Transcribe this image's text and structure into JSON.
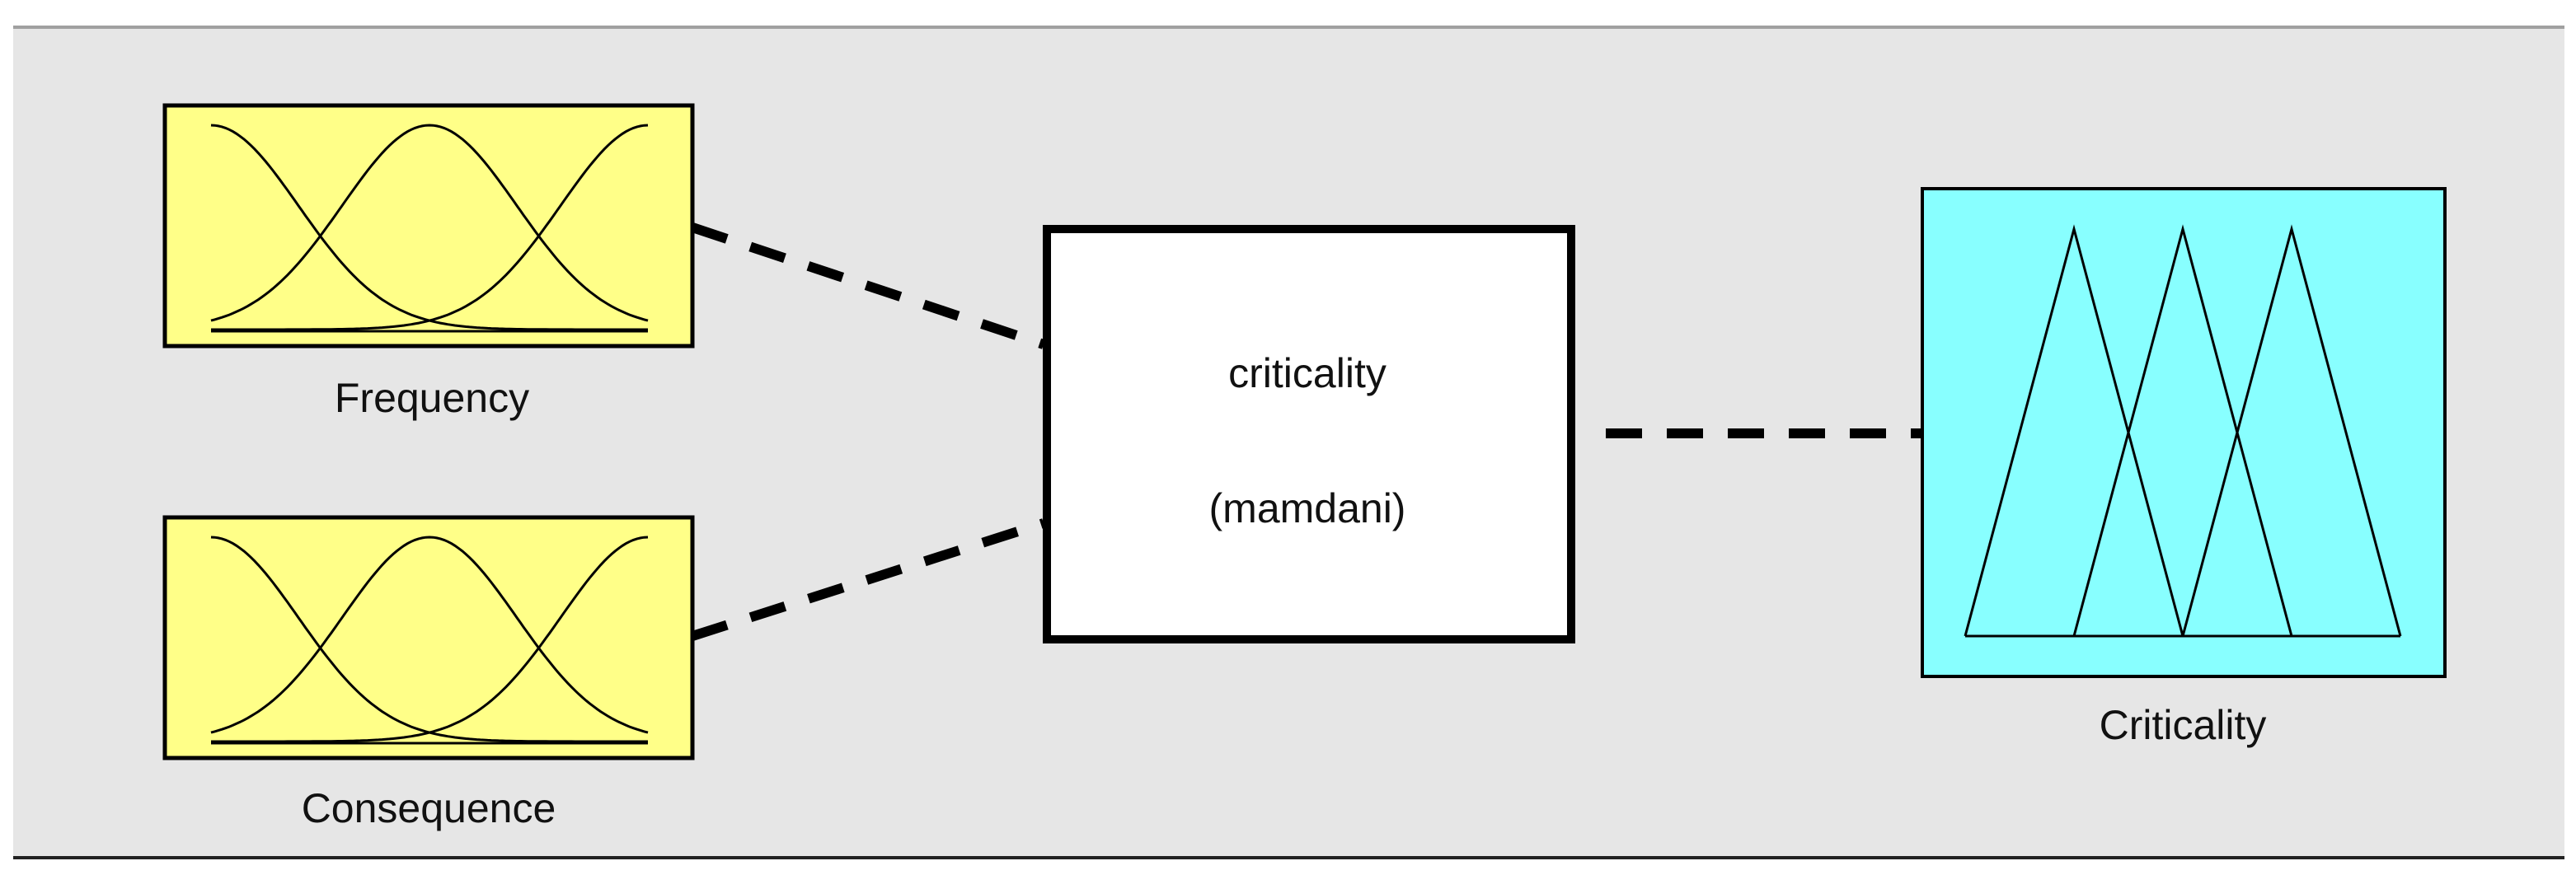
{
  "colors": {
    "panel_background": "#e6e6e6",
    "input_box": "#ffff88",
    "output_box": "#88ffff",
    "system_box": "#ffffff",
    "lines": "#000000"
  },
  "inputs": [
    {
      "label": "Frequency",
      "mf_shape": "gaussian",
      "mf_count": 3
    },
    {
      "label": "Consequence",
      "mf_shape": "gaussian",
      "mf_count": 3
    }
  ],
  "system": {
    "name": "criticality",
    "type": "(mamdani)"
  },
  "output": {
    "label": "Criticality",
    "mf_shape": "triangular",
    "mf_count": 3
  }
}
